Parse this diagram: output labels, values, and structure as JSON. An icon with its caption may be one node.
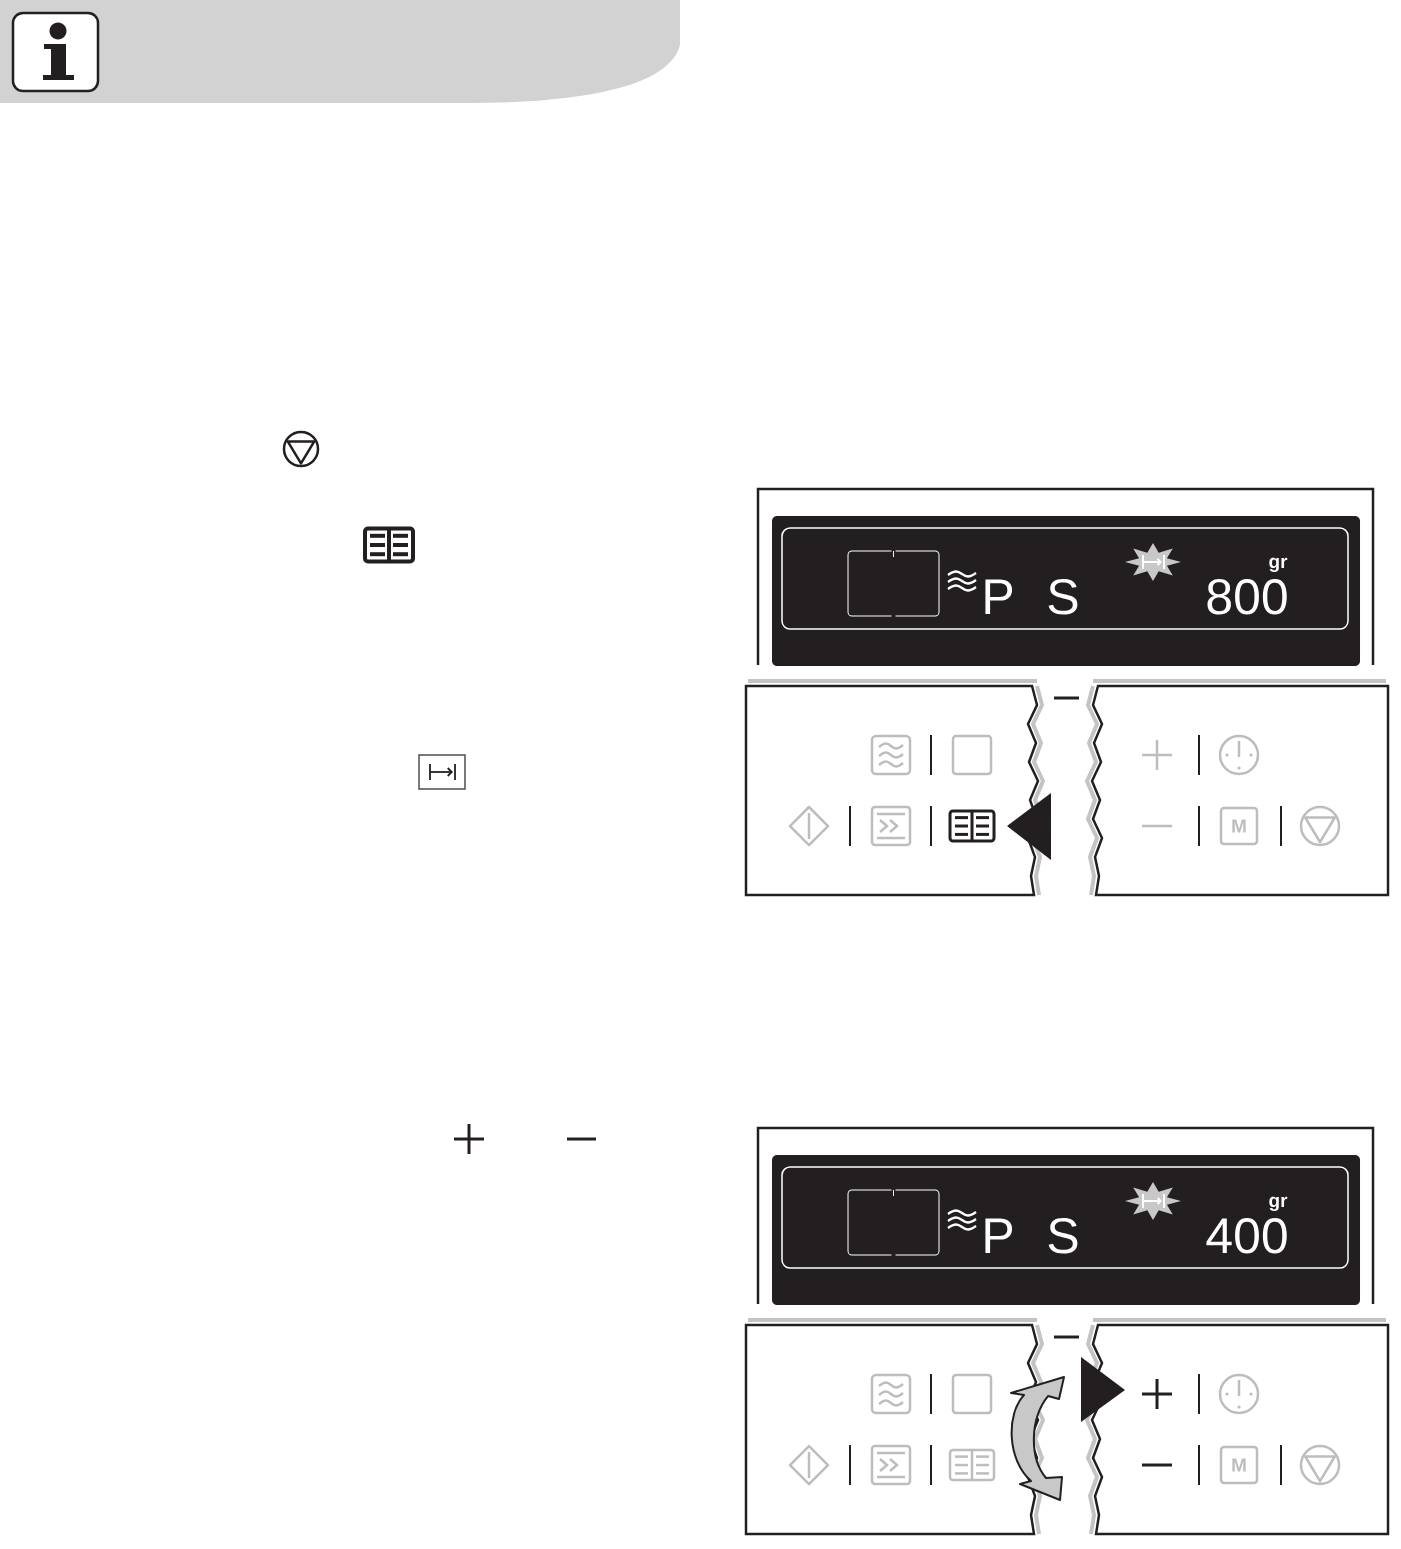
{
  "diagram": {
    "labels": [
      "P",
      "S",
      "gr",
      "800",
      "M",
      "P",
      "S",
      "gr",
      "400",
      "M"
    ]
  }
}
